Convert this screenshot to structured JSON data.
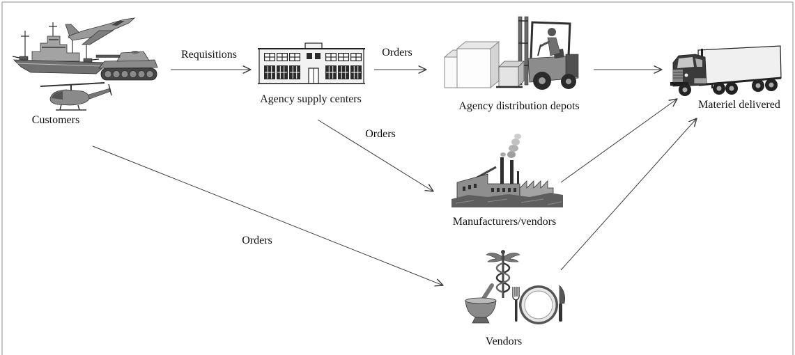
{
  "colors": {
    "line": "#3a3a3a",
    "frame": "#8c8c8c",
    "text": "#111111"
  },
  "nodes": {
    "customers": {
      "label": "Customers",
      "icons": [
        "ship-icon",
        "jet-icon",
        "tank-icon",
        "helicopter-icon"
      ]
    },
    "supply_centers": {
      "label": "Agency supply centers",
      "icons": [
        "building-icon"
      ]
    },
    "distribution_depots": {
      "label": "Agency distribution depots",
      "icons": [
        "boxes-icon",
        "forklift-icon"
      ]
    },
    "materiel_delivered": {
      "label": "Materiel delivered",
      "icons": [
        "truck-icon"
      ]
    },
    "manufacturers_vendors": {
      "label": "Manufacturers/vendors",
      "icons": [
        "factory-icon"
      ]
    },
    "vendors": {
      "label": "Vendors",
      "icons": [
        "caduceus-icon",
        "mortar-and-pestle-icon",
        "fork-icon",
        "plate-icon",
        "knife-icon"
      ]
    }
  },
  "edges": [
    {
      "from": "Customers",
      "to": "Agency supply centers",
      "label": "Requisitions"
    },
    {
      "from": "Agency supply centers",
      "to": "Agency distribution depots",
      "label": "Orders"
    },
    {
      "from": "Agency distribution depots",
      "to": "Materiel delivered"
    },
    {
      "from": "Agency supply centers",
      "to": "Manufacturers/vendors",
      "label": "Orders"
    },
    {
      "from": "Manufacturers/vendors",
      "to": "Materiel delivered"
    },
    {
      "from": "Customers",
      "to": "Vendors",
      "label": "Orders"
    },
    {
      "from": "Vendors",
      "to": "Materiel delivered"
    }
  ]
}
